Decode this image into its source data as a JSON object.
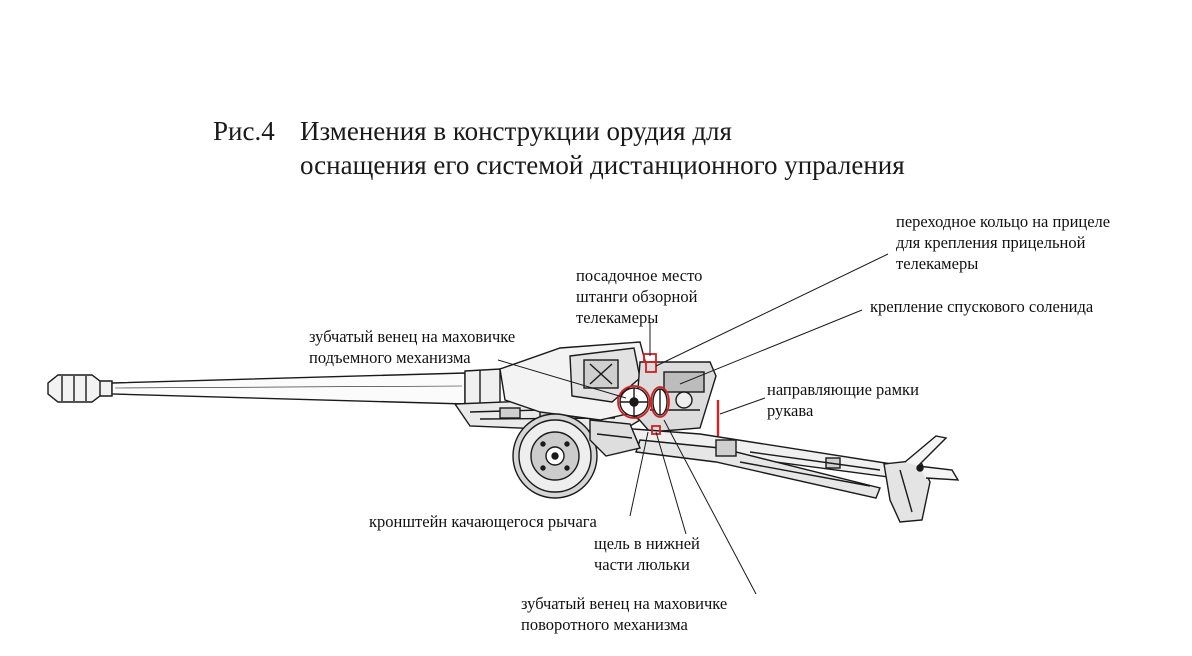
{
  "figure": {
    "number": "Рис.4",
    "title_line1": "Изменения в конструкции орудия для",
    "title_line2": "оснащения его системой дистанционного упраления"
  },
  "callouts": {
    "sight_ring": [
      "переходное кольцо на прицеле",
      "для крепления прицельной",
      "телекамеры"
    ],
    "camera_mount": [
      "посадочное место",
      "штанги обзорной",
      "телекамеры"
    ],
    "solenoid": [
      "крепление спускового соленида"
    ],
    "elevation_gear": [
      "зубчатый венец на маховичке",
      "подъемного механизма"
    ],
    "hose_frames": [
      "направляющие рамки",
      "рукава"
    ],
    "lever_bracket": [
      "кронштейн качающегося рычага"
    ],
    "cradle_slot": [
      "щель в нижней",
      "части люльки"
    ],
    "traverse_gear": [
      "зубчатый венец на маховичке",
      "поворотного механизма"
    ]
  },
  "colors": {
    "ink": "#1a1a1a",
    "modification_marks": "#d42020"
  }
}
